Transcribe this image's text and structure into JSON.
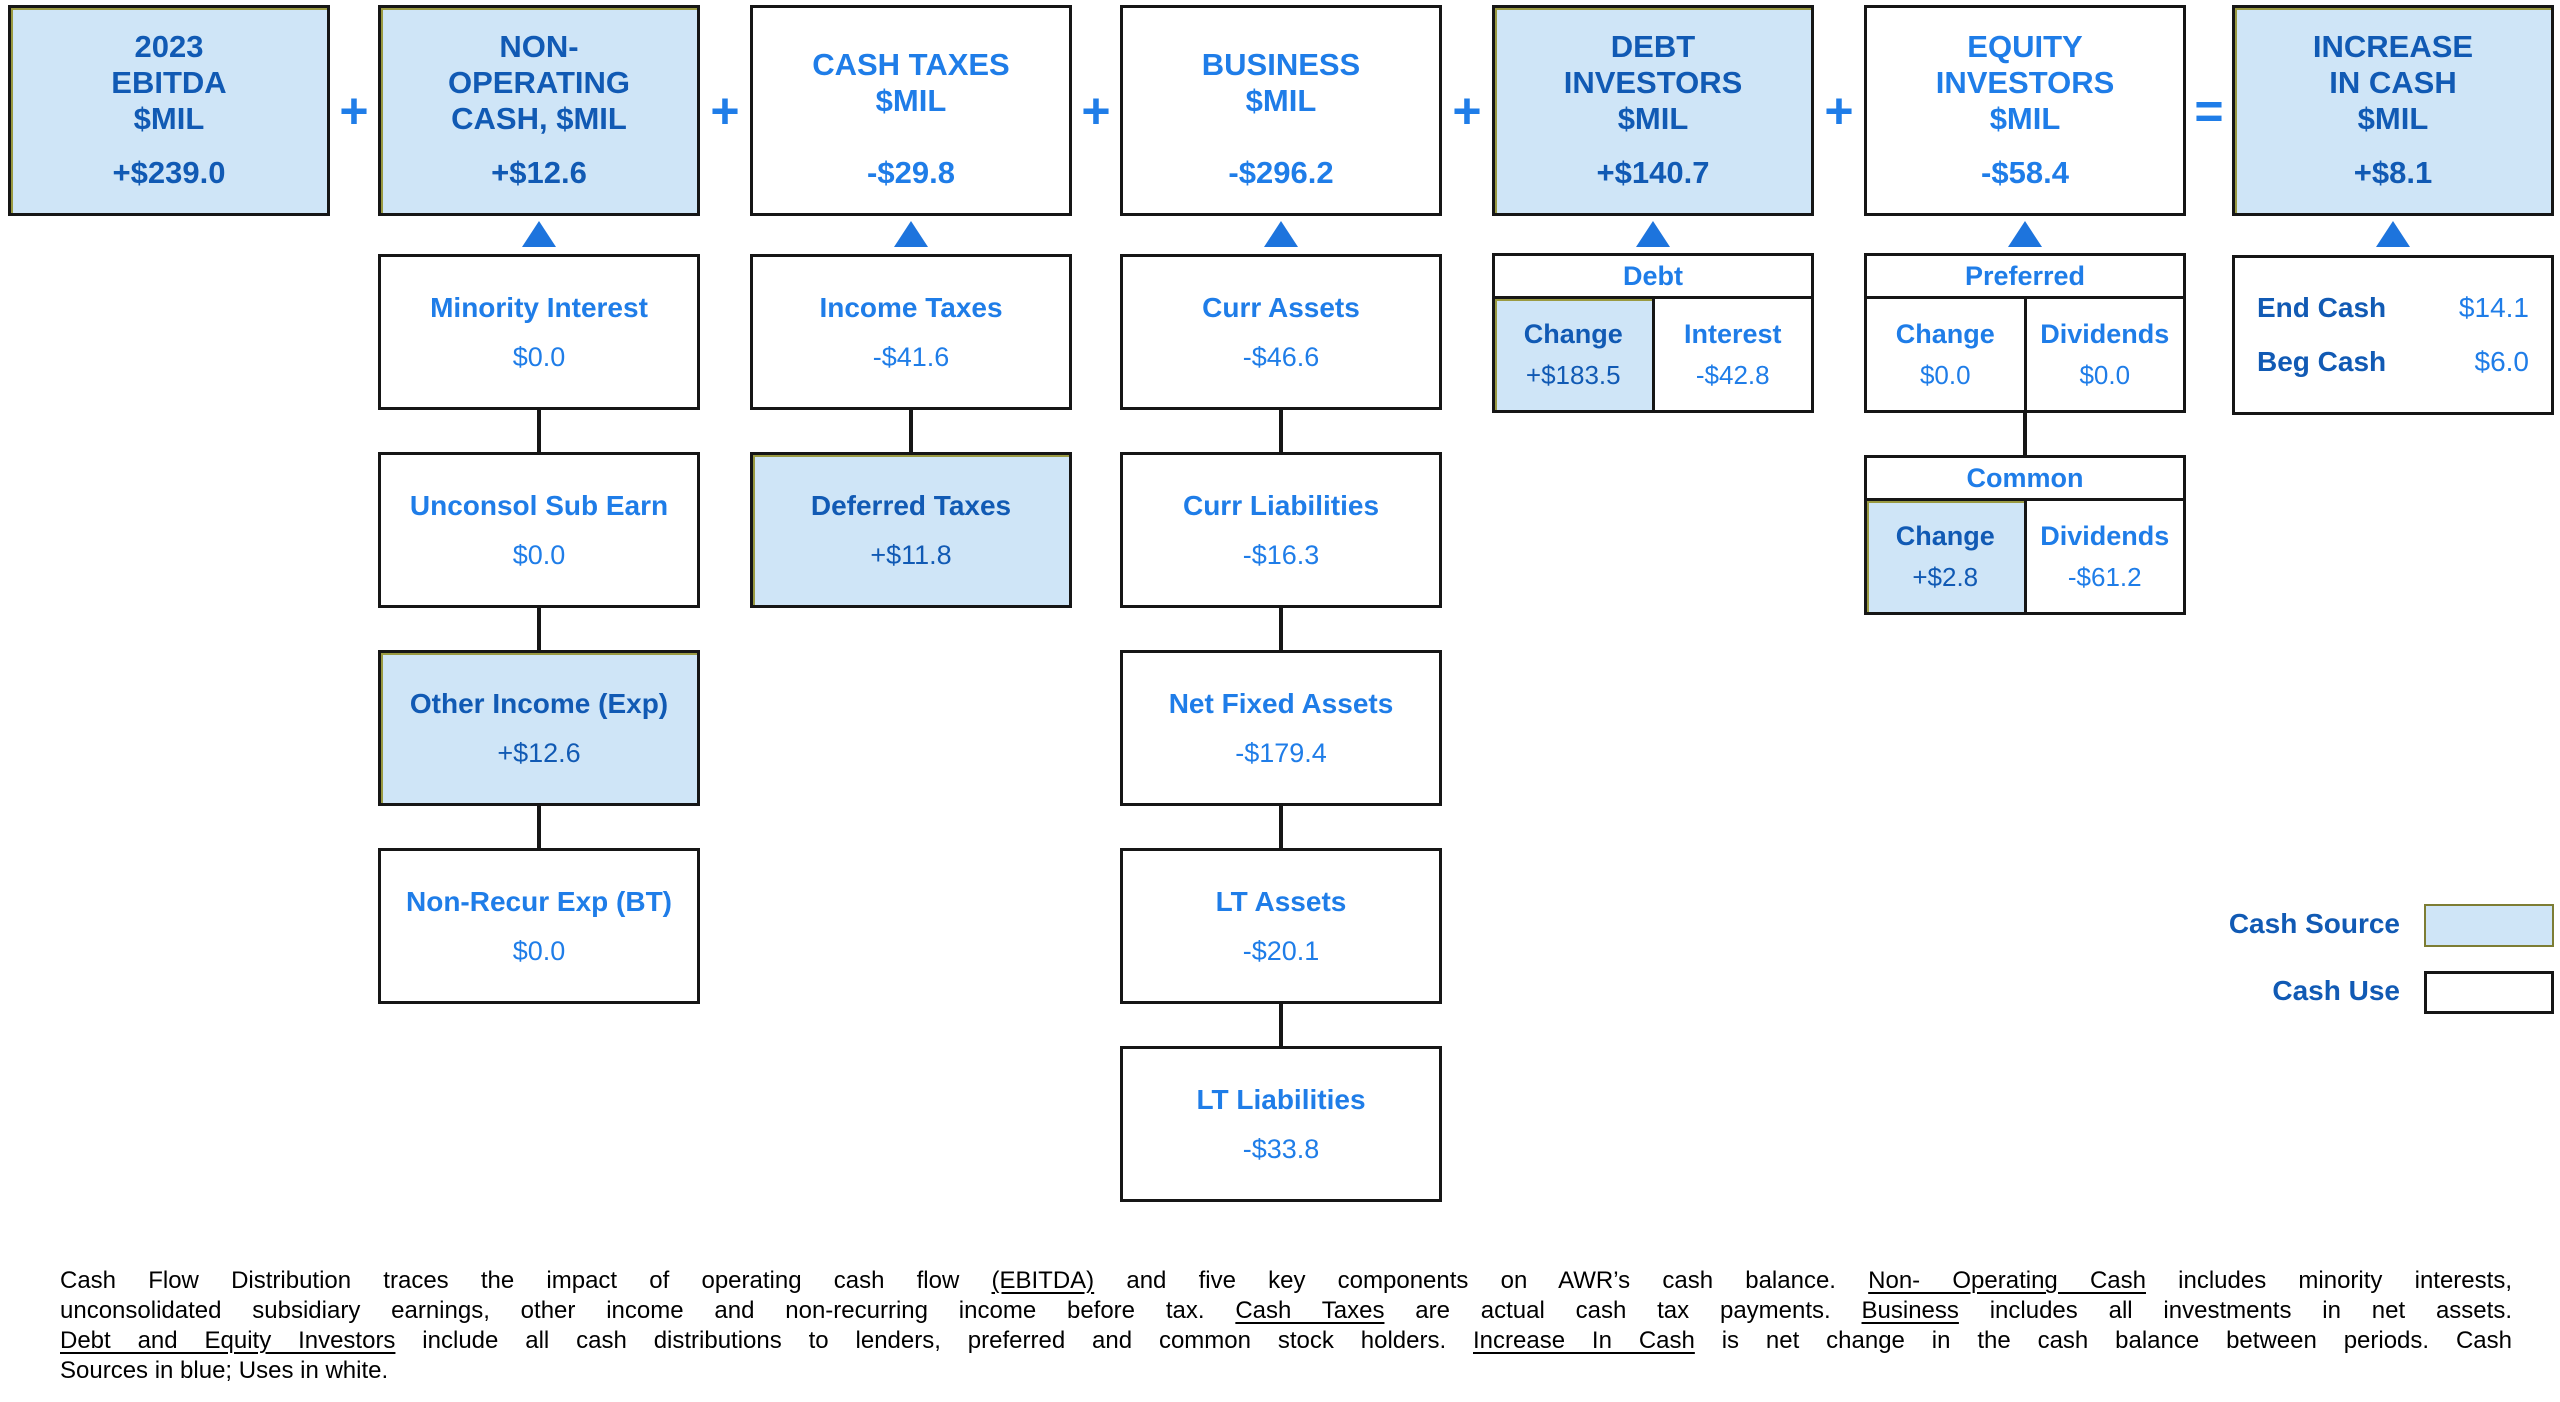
{
  "colors": {
    "cash_source_fill": "#cfe5f7",
    "cash_use_fill": "#ffffff",
    "text_on_blue": "#115ab4",
    "text_on_white": "#1f7de8",
    "border": "#161616"
  },
  "top_row": {
    "boxes": [
      {
        "title": "2023\nEBITDA\n$MIL",
        "value": "+$239.0",
        "source": true
      },
      {
        "title": "NON-\nOPERATING\nCASH, $MIL",
        "value": "+$12.6",
        "source": true
      },
      {
        "title": "CASH TAXES\n$MIL",
        "value": "-$29.8",
        "source": false
      },
      {
        "title": "BUSINESS\n$MIL",
        "value": "-$296.2",
        "source": false
      },
      {
        "title": "DEBT\nINVESTORS\n$MIL",
        "value": "+$140.7",
        "source": true
      },
      {
        "title": "EQUITY\nINVESTORS\n$MIL",
        "value": "-$58.4",
        "source": false
      },
      {
        "title": "INCREASE\nIN CASH\n$MIL",
        "value": "+$8.1",
        "source": true
      }
    ],
    "operators": [
      "+",
      "+",
      "+",
      "+",
      "+",
      "="
    ]
  },
  "non_operating_items": [
    {
      "label": "Minority Interest",
      "value": "$0.0"
    },
    {
      "label": "Unconsol Sub Earn",
      "value": "$0.0"
    },
    {
      "label": "Other Income (Exp)",
      "value": "+$12.6"
    },
    {
      "label": "Non-Recur Exp (BT)",
      "value": "$0.0"
    }
  ],
  "cash_tax_items": [
    {
      "label": "Income Taxes",
      "value": "-$41.6"
    },
    {
      "label": "Deferred Taxes",
      "value": "+$11.8"
    }
  ],
  "business_items": [
    {
      "label": "Curr Assets",
      "value": "-$46.6"
    },
    {
      "label": "Curr Liabilities",
      "value": "-$16.3"
    },
    {
      "label": "Net Fixed Assets",
      "value": "-$179.4"
    },
    {
      "label": "LT Assets",
      "value": "-$20.1"
    },
    {
      "label": "LT Liabilities",
      "value": "-$33.8"
    }
  ],
  "debt_table": {
    "header": "Debt",
    "cells": [
      {
        "label": "Change",
        "value": "+$183.5"
      },
      {
        "label": "Interest",
        "value": "-$42.8"
      }
    ]
  },
  "equity_tables": [
    {
      "header": "Preferred",
      "cells": [
        {
          "label": "Change",
          "value": "$0.0"
        },
        {
          "label": "Dividends",
          "value": "$0.0"
        }
      ]
    },
    {
      "header": "Common",
      "cells": [
        {
          "label": "Change",
          "value": "+$2.8"
        },
        {
          "label": "Dividends",
          "value": "-$61.2"
        }
      ]
    }
  ],
  "cash_summary": [
    {
      "label": "End Cash",
      "value": "$14.1"
    },
    {
      "label": "Beg Cash",
      "value": "$6.0"
    }
  ],
  "legend": {
    "source_label": "Cash Source",
    "use_label": "Cash Use"
  },
  "footnote": {
    "lines": [
      [
        {
          "t": "Cash Flow Distribution traces the impact of operating cash flow "
        },
        {
          "t": "(EBITDA)",
          "u": true
        },
        {
          "t": " and five key components on AWR’s cash balance.  "
        },
        {
          "t": "Non- Operating Cash",
          "u": true
        },
        {
          "t": " includes minority interests,"
        }
      ],
      [
        {
          "t": "unconsolidated subsidiary earnings, other income and non-recurring income before tax.  "
        },
        {
          "t": "Cash Taxes",
          "u": true
        },
        {
          "t": " are actual cash tax payments.  "
        },
        {
          "t": "Business",
          "u": true
        },
        {
          "t": " includes all investments in net assets."
        }
      ],
      [
        {
          "t": "Debt and Equity Investors",
          "u": true
        },
        {
          "t": " include all cash distributions to lenders, preferred and common stock holders.  "
        },
        {
          "t": "Increase In Cash",
          "u": true
        },
        {
          "t": " is net change in the cash balance between periods.  Cash"
        }
      ],
      [
        {
          "t": "Sources in blue;  Uses in white."
        }
      ]
    ]
  }
}
